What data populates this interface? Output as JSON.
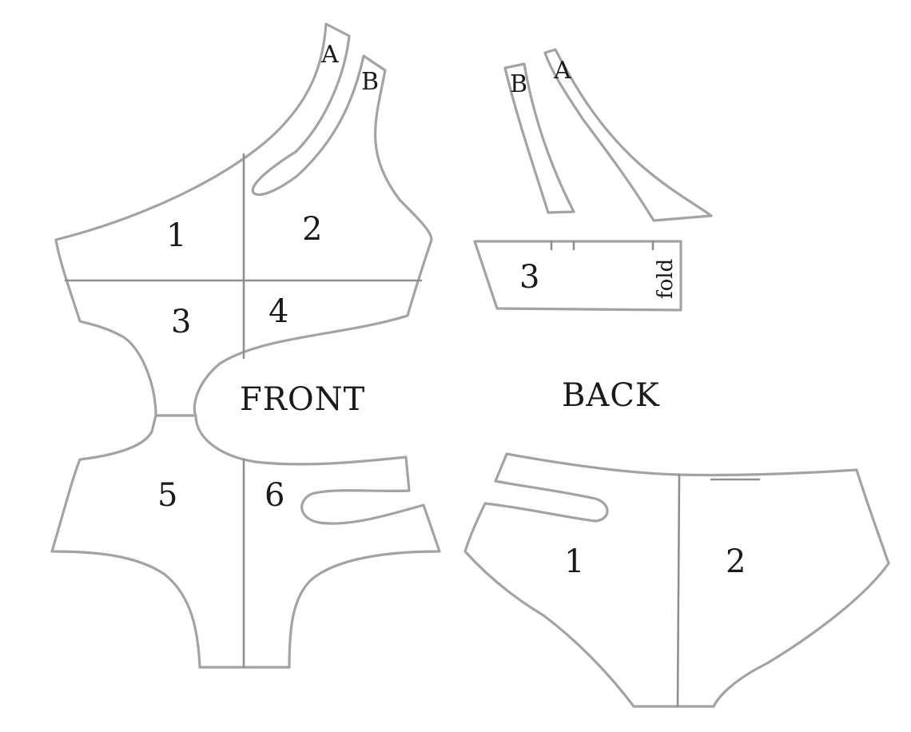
{
  "front": {
    "title": "FRONT",
    "strap_labels": {
      "a": "A",
      "b": "B"
    },
    "pieces": [
      "1",
      "2",
      "3",
      "4",
      "5",
      "6"
    ]
  },
  "back": {
    "title": "BACK",
    "strap_labels": {
      "b": "B",
      "a": "A"
    },
    "band": {
      "label": "3",
      "fold": "fold"
    },
    "pieces": [
      "1",
      "2"
    ]
  },
  "colors": {
    "outline": "#a3a3a3",
    "text": "#1a1a1a",
    "background": "#ffffff"
  }
}
